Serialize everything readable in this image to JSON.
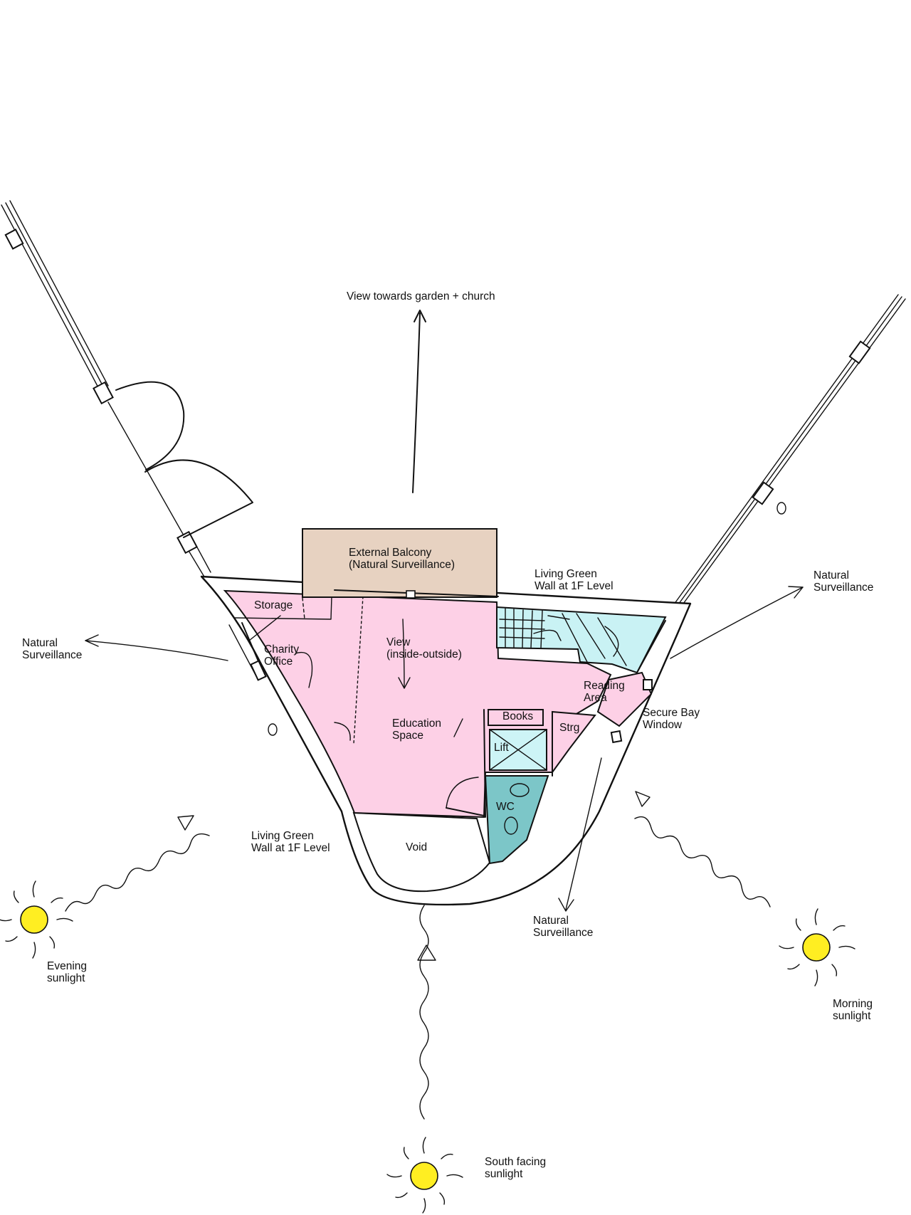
{
  "colors": {
    "education": "#fdd0e6",
    "balcony": "#e7d2c1",
    "stair": "#c9f2f4",
    "lift": "#cdf4f6",
    "wc": "#7cc6c8",
    "sun": "#ffee22",
    "ink": "#111111"
  },
  "labels": {
    "view_garden": "View towards garden + church",
    "balcony": [
      "External Balcony",
      "(Natural Surveillance)"
    ],
    "green_wall_top": [
      "Living Green",
      "Wall at 1F Level"
    ],
    "surveillance_right": [
      "Natural",
      "Surveillance"
    ],
    "surveillance_left": [
      "Natural",
      "Surveillance"
    ],
    "storage": "Storage",
    "charity_office": [
      "Charity",
      "Office"
    ],
    "view_inside": [
      "View",
      "(inside-outside)"
    ],
    "reading_area": [
      "Reading",
      "Area"
    ],
    "secure_bay": [
      "Secure Bay",
      "Window"
    ],
    "education_space": [
      "Education",
      "Space"
    ],
    "books": "Books",
    "strg": "Strg",
    "lift": "Lift",
    "wc": "WC",
    "green_wall_bottom": [
      "Living Green",
      "Wall at 1F Level"
    ],
    "void": "Void",
    "surveillance_bottom": [
      "Natural",
      "Surveillance"
    ],
    "evening_sun": [
      "Evening",
      "sunlight"
    ],
    "morning_sun": [
      "Morning",
      "sunlight"
    ],
    "south_sun": [
      "South facing",
      "sunlight"
    ]
  }
}
